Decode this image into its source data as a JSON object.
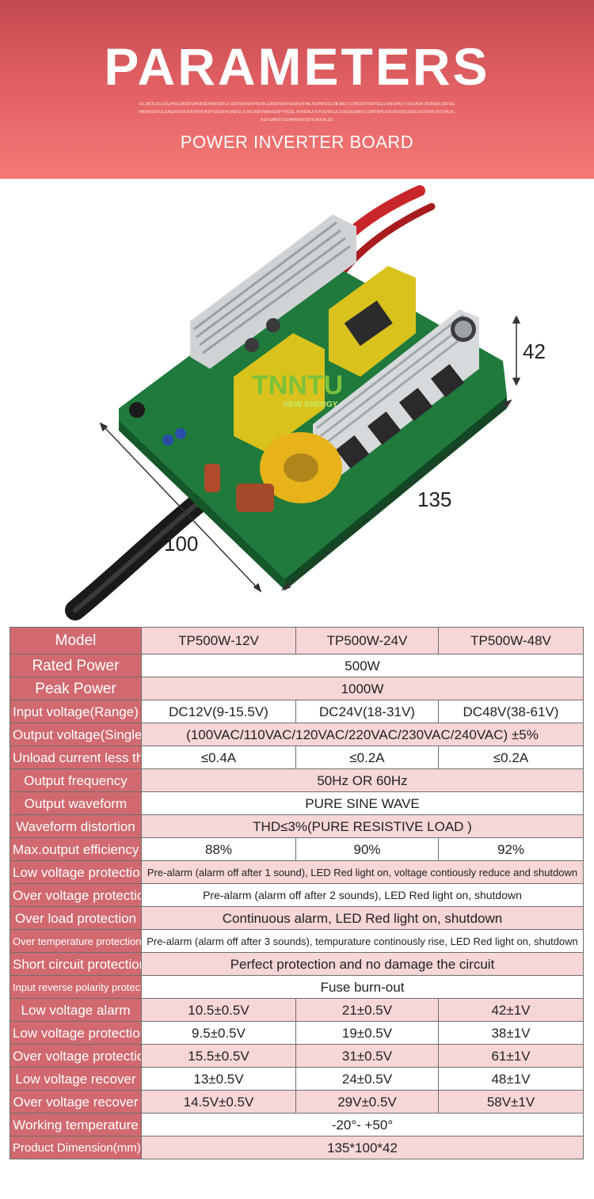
{
  "header": {
    "title": "PARAMETERS",
    "fine_print": "OLJKDFJGLDSJHGOJKDFGHNKSDFBKSDFJLSDVNKISDFHSDN,GBDFNIKFSADHJFNKJSDHFDSLDBJMLF.CDBJDFOIFPSEJLGNFDKIV OSUAOFJSDNGKJDFSGHBVKISDFJLKASDGFNCKKVBHDKIFYUOAFHJNDSLSVNCKMVNBASDIFYHDSL KVNDKJVCHSDIFUJLFDSGNJMFDLGMTRHLKRUROISDJGNLSFDVNKJXCVNLK,ASFGNKDFJGHBNVKDSFVJNKALSD",
    "subtitle": "POWER INVERTER BOARD"
  },
  "product": {
    "logo_main": "TNNTU",
    "logo_sub": "NEW ENERGY",
    "dim_height": "42",
    "dim_length": "135",
    "dim_width": "100",
    "colors": {
      "pcb": "#1f7a3c",
      "transformer": "#d9c21c",
      "heatsink": "#cfd3d6",
      "toroid": "#e8b21a",
      "cable_red": "#c9262a"
    }
  },
  "table": {
    "rows": [
      {
        "label": "Model",
        "cells": [
          "TP500W-12V",
          "TP500W-24V",
          "TP500W-48V"
        ]
      },
      {
        "label": "Rated Power",
        "cells": [
          "500W"
        ]
      },
      {
        "label": "Peak Power",
        "cells": [
          "1000W"
        ]
      },
      {
        "label": "Input voltage(Range)",
        "cells": [
          "DC12V(9-15.5V)",
          "DC24V(18-31V)",
          "DC48V(38-61V)"
        ]
      },
      {
        "label": "Output voltage(Single)",
        "cells": [
          "(100VAC/110VAC/120VAC/220VAC/230VAC/240VAC) ±5%"
        ]
      },
      {
        "label": "Unload current less than",
        "cells": [
          "≤0.4A",
          "≤0.2A",
          "≤0.2A"
        ]
      },
      {
        "label": "Output frequency",
        "cells": [
          "50Hz OR 60Hz"
        ]
      },
      {
        "label": "Output waveform",
        "cells": [
          "PURE SINE WAVE"
        ]
      },
      {
        "label": "Waveform distortion",
        "cells": [
          "THD≤3%(PURE RESISTIVE LOAD )"
        ]
      },
      {
        "label": "Max.output efficiency",
        "cells": [
          "88%",
          "90%",
          "92%"
        ]
      },
      {
        "label": "Low voltage protection",
        "cells": [
          "Pre-alarm (alarm off after 1 sound), LED Red light on, voltage contiously reduce and shutdown"
        ]
      },
      {
        "label": "Over voltage protection",
        "cells": [
          "Pre-alarm (alarm off after 2 sounds), LED Red light on,  shutdown"
        ]
      },
      {
        "label": "Over load protection",
        "cells": [
          "Continuous alarm, LED Red light on, shutdown"
        ]
      },
      {
        "label": "Over temperature protection",
        "cells": [
          "Pre-alarm (alarm off after 3 sounds), tempurature continously rise, LED Red light on, shutdown"
        ]
      },
      {
        "label": "Short circuit protection",
        "cells": [
          "Perfect protection and no damage the circuit"
        ]
      },
      {
        "label": "Input reverse polarity protection",
        "cells": [
          "Fuse burn-out"
        ]
      },
      {
        "label": "Low voltage alarm",
        "cells": [
          "10.5±0.5V",
          "21±0.5V",
          "42±1V"
        ]
      },
      {
        "label": "Low voltage protection",
        "cells": [
          "9.5±0.5V",
          "19±0.5V",
          "38±1V"
        ]
      },
      {
        "label": "Over voltage protection",
        "cells": [
          "15.5±0.5V",
          "31±0.5V",
          "61±1V"
        ]
      },
      {
        "label": "Low voltage recover",
        "cells": [
          "13±0.5V",
          "24±0.5V",
          "48±1V"
        ]
      },
      {
        "label": "Over voltage recover",
        "cells": [
          "14.5V±0.5V",
          "29V±0.5V",
          "58V±1V"
        ]
      },
      {
        "label": "Working temperature",
        "cells": [
          "-20°- +50°"
        ]
      },
      {
        "label": "Product Dimension(mm)",
        "cells": [
          "135*100*42"
        ]
      }
    ]
  }
}
